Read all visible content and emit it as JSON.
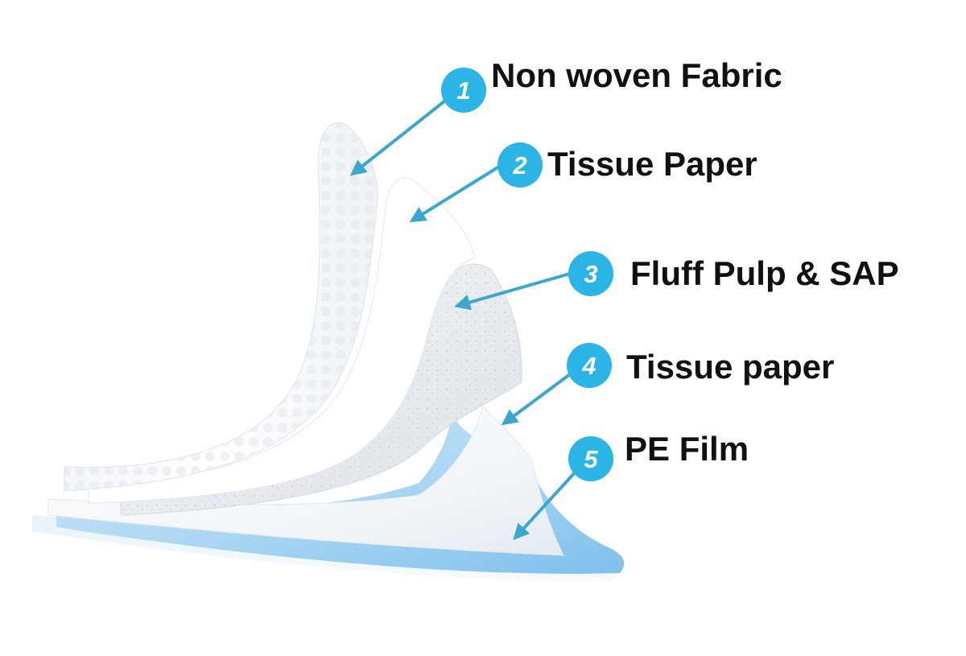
{
  "colors": {
    "accent": "#2bb5e6",
    "arrow": "#3aa7cf",
    "film_blue": "#8fc7ee",
    "label_text": "#111111"
  },
  "layers": [
    {
      "number": "1",
      "label": "Non woven Fabric"
    },
    {
      "number": "2",
      "label": "Tissue Paper"
    },
    {
      "number": "3",
      "label": "Fluff Pulp & SAP"
    },
    {
      "number": "4",
      "label": "Tissue paper"
    },
    {
      "number": "5",
      "label": "PE Film"
    }
  ]
}
